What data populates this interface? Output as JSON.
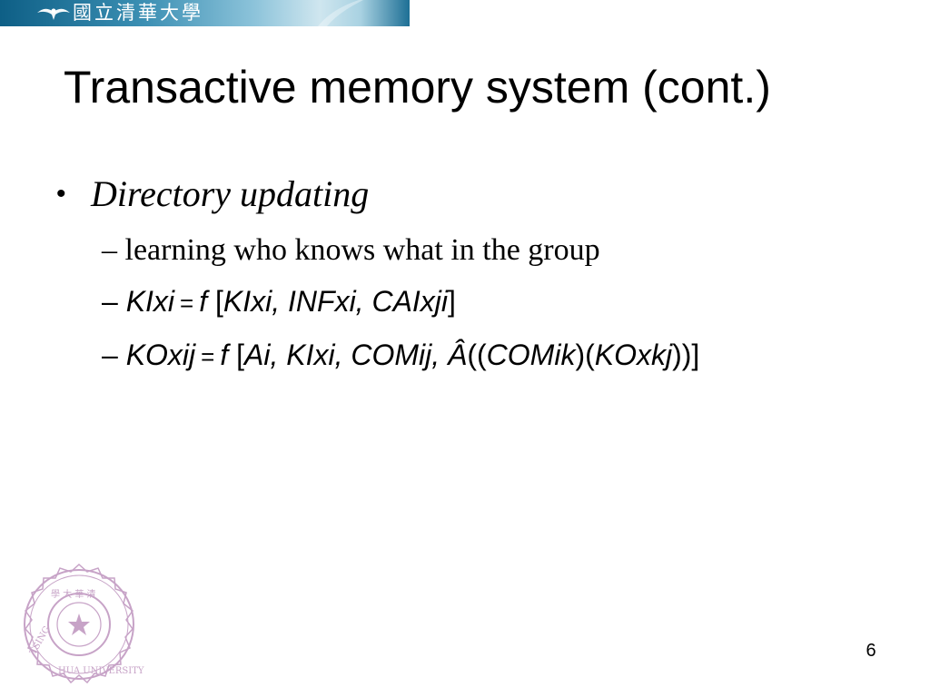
{
  "banner": {
    "university_name": "國立清華大學",
    "emblem_icon": "eagle-emblem-icon"
  },
  "title": "Transactive memory system (cont.)",
  "bullets": [
    {
      "marker": "•",
      "text": "Directory updating",
      "subitems": [
        {
          "dash": "–",
          "text": " learning who knows what in the group"
        },
        {
          "dash": "–",
          "parts": [
            "KIxi",
            "=",
            "f",
            "[",
            "KIxi, INFxi, CAIxji",
            "]"
          ]
        },
        {
          "dash": "–",
          "parts": [
            "KOxij",
            "=",
            "f",
            "[",
            "Ai, KIxi, COMij, Â",
            "((",
            "COMik",
            ")(",
            "KOxkj",
            "))]"
          ]
        }
      ]
    }
  ],
  "seal": {
    "icon": "university-seal-icon",
    "ring_text": "TSING HUA UNIVERSITY"
  },
  "page_number": "6",
  "colors": {
    "banner_dark": "#0e5f86",
    "seal_color": "#c7a3c7",
    "text": "#000000"
  }
}
